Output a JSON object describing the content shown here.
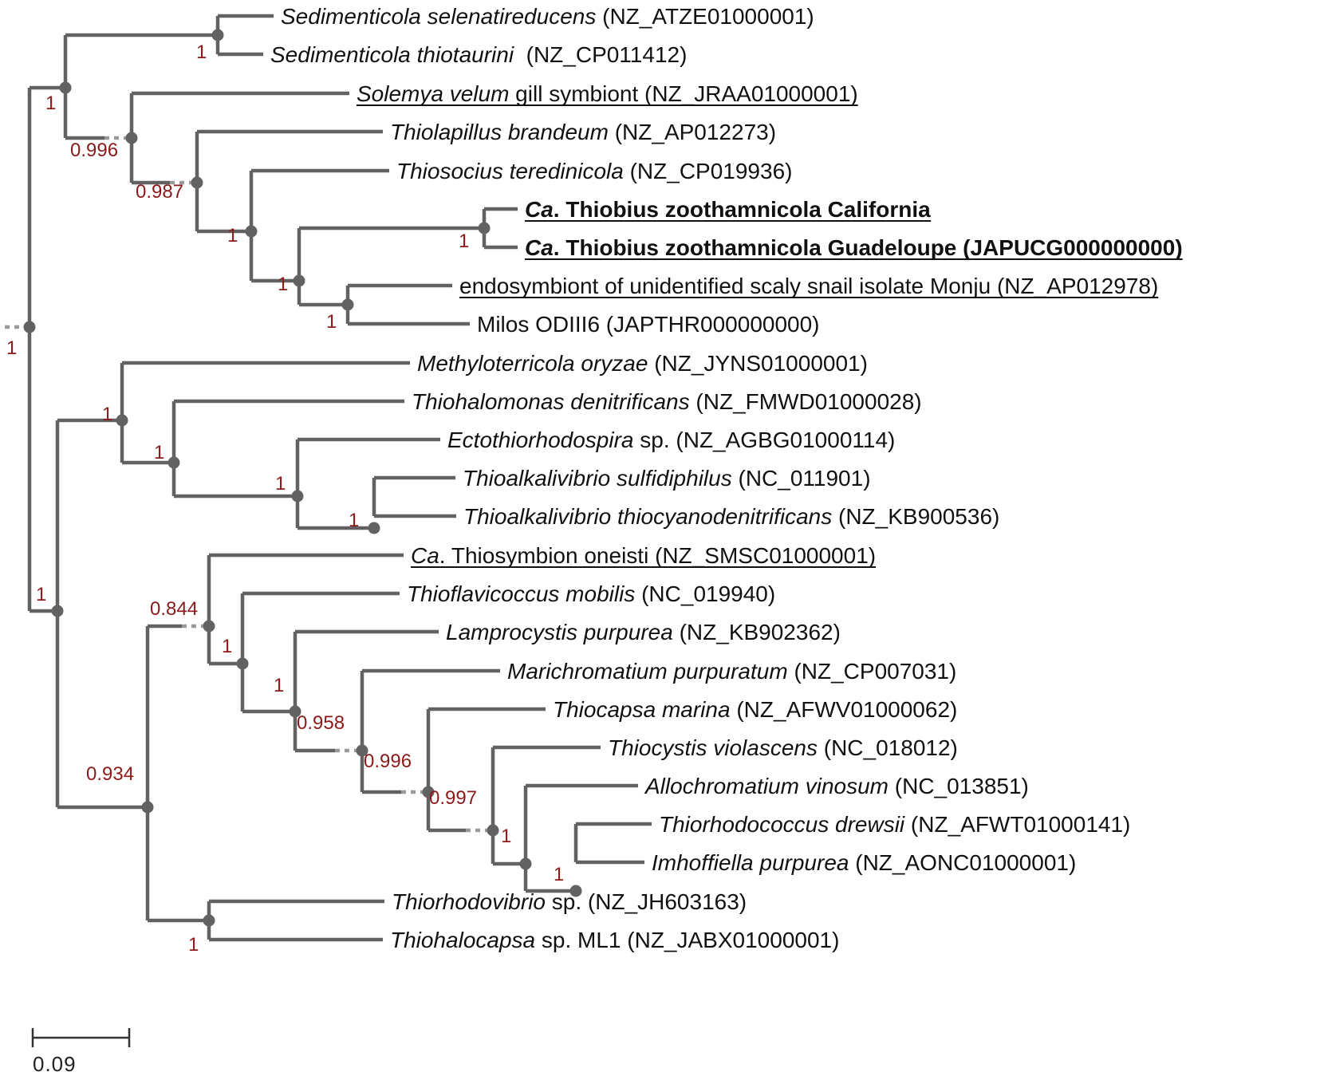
{
  "leaves": [
    {
      "id": "sed_sel",
      "segments": [
        {
          "t": "Sedimenticola selenatireducens",
          "i": true
        },
        {
          "t": " (NZ_ATZE01000001)",
          "i": false
        }
      ],
      "underline": false,
      "bold": false
    },
    {
      "id": "sed_thi",
      "segments": [
        {
          "t": "Sedimenticola thiotaurini",
          "i": true
        },
        {
          "t": "  (NZ_CP011412)",
          "i": false
        }
      ],
      "underline": false,
      "bold": false
    },
    {
      "id": "solemya",
      "segments": [
        {
          "t": "Solemya velum",
          "i": true
        },
        {
          "t": " gill symbiont (NZ_JRAA01000001)",
          "i": false
        }
      ],
      "underline": true,
      "bold": false
    },
    {
      "id": "thiolap",
      "segments": [
        {
          "t": "Thiolapillus brandeum",
          "i": true
        },
        {
          "t": " (NZ_AP012273)",
          "i": false
        }
      ],
      "underline": false,
      "bold": false
    },
    {
      "id": "thiosoc",
      "segments": [
        {
          "t": "Thiosocius teredinicola",
          "i": true
        },
        {
          "t": " (NZ_CP019936)",
          "i": false
        }
      ],
      "underline": false,
      "bold": false
    },
    {
      "id": "thiob_cal",
      "segments": [
        {
          "t": "Ca",
          "i": true
        },
        {
          "t": ". Thiobius zoothamnicola California",
          "i": false
        }
      ],
      "underline": true,
      "bold": true
    },
    {
      "id": "thiob_gua",
      "segments": [
        {
          "t": "Ca",
          "i": true
        },
        {
          "t": ". Thiobius zoothamnicola Guadeloupe (JAPUCG000000000)",
          "i": false
        }
      ],
      "underline": true,
      "bold": true
    },
    {
      "id": "monju",
      "segments": [
        {
          "t": "endosymbiont of unidentified scaly snail isolate Monju (NZ_AP012978)",
          "i": false
        }
      ],
      "underline": true,
      "bold": false
    },
    {
      "id": "milos",
      "segments": [
        {
          "t": "Milos ODIII6 (JAPTHR000000000)",
          "i": false
        }
      ],
      "underline": false,
      "bold": false
    },
    {
      "id": "methylo",
      "segments": [
        {
          "t": "Methyloterricola oryzae",
          "i": true
        },
        {
          "t": " (NZ_JYNS01000001)",
          "i": false
        }
      ],
      "underline": false,
      "bold": false
    },
    {
      "id": "thiohalom",
      "segments": [
        {
          "t": "Thiohalomonas denitrificans",
          "i": true
        },
        {
          "t": " (NZ_FMWD01000028)",
          "i": false
        }
      ],
      "underline": false,
      "bold": false
    },
    {
      "id": "ectothio",
      "segments": [
        {
          "t": "Ectothiorhodospira",
          "i": true
        },
        {
          "t": " sp. (NZ_AGBG01000114)",
          "i": false
        }
      ],
      "underline": false,
      "bold": false
    },
    {
      "id": "talk_sulf",
      "segments": [
        {
          "t": "Thioalkalivibrio sulfidiphilus",
          "i": true
        },
        {
          "t": " (NC_011901)",
          "i": false
        }
      ],
      "underline": false,
      "bold": false
    },
    {
      "id": "talk_thio",
      "segments": [
        {
          "t": "Thioalkalivibrio thiocyanodenitrificans",
          "i": true
        },
        {
          "t": " (NZ_KB900536)",
          "i": false
        }
      ],
      "underline": false,
      "bold": false
    },
    {
      "id": "thiosym",
      "segments": [
        {
          "t": "Ca",
          "i": true
        },
        {
          "t": ". Thiosymbion oneisti (NZ_SMSC01000001)",
          "i": false
        }
      ],
      "underline": true,
      "bold": false
    },
    {
      "id": "thiofla",
      "segments": [
        {
          "t": "Thioflavicoccus mobilis",
          "i": true
        },
        {
          "t": " (NC_019940)",
          "i": false
        }
      ],
      "underline": false,
      "bold": false
    },
    {
      "id": "lampro",
      "segments": [
        {
          "t": "Lamprocystis purpurea",
          "i": true
        },
        {
          "t": " (NZ_KB902362)",
          "i": false
        }
      ],
      "underline": false,
      "bold": false
    },
    {
      "id": "marichr",
      "segments": [
        {
          "t": "Marichromatium purpuratum",
          "i": true
        },
        {
          "t": " (NZ_CP007031)",
          "i": false
        }
      ],
      "underline": false,
      "bold": false
    },
    {
      "id": "thiocap",
      "segments": [
        {
          "t": "Thiocapsa marina",
          "i": true
        },
        {
          "t": " (NZ_AFWV01000062)",
          "i": false
        }
      ],
      "underline": false,
      "bold": false
    },
    {
      "id": "thiocys",
      "segments": [
        {
          "t": "Thiocystis violascens",
          "i": true
        },
        {
          "t": " (NC_018012)",
          "i": false
        }
      ],
      "underline": false,
      "bold": false
    },
    {
      "id": "allochr",
      "segments": [
        {
          "t": "Allochromatium vinosum",
          "i": true
        },
        {
          "t": " (NC_013851)",
          "i": false
        }
      ],
      "underline": false,
      "bold": false
    },
    {
      "id": "thiorhdc",
      "segments": [
        {
          "t": "Thiorhodococcus drewsii",
          "i": true
        },
        {
          "t": " (NZ_AFWT01000141)",
          "i": false
        }
      ],
      "underline": false,
      "bold": false
    },
    {
      "id": "imhoff",
      "segments": [
        {
          "t": "Imhoffiella purpurea",
          "i": true
        },
        {
          "t": " (NZ_AONC01000001)",
          "i": false
        }
      ],
      "underline": false,
      "bold": false
    },
    {
      "id": "thiorhdv",
      "segments": [
        {
          "t": "Thiorhodovibrio",
          "i": true
        },
        {
          "t": " sp. (NZ_JH603163)",
          "i": false
        }
      ],
      "underline": false,
      "bold": false
    },
    {
      "id": "thiohalc",
      "segments": [
        {
          "t": "Thiohalocapsa",
          "i": true
        },
        {
          "t": " sp. ML1 (NZ_JABX01000001)",
          "i": false
        }
      ],
      "underline": false,
      "bold": false
    }
  ],
  "nodes": [
    {
      "id": "n_sed",
      "support": "1"
    },
    {
      "id": "n_top",
      "support": "1"
    },
    {
      "id": "n_sol",
      "support": "0.996"
    },
    {
      "id": "n_thl",
      "support": "0.987"
    },
    {
      "id": "n_ths",
      "support": "1"
    },
    {
      "id": "n_thb_outer",
      "support": "1"
    },
    {
      "id": "n_thb",
      "support": "1"
    },
    {
      "id": "n_mon",
      "support": "1"
    },
    {
      "id": "n_root",
      "support": "1"
    },
    {
      "id": "n_met",
      "support": "1"
    },
    {
      "id": "n_tho",
      "support": "1"
    },
    {
      "id": "n_ect",
      "support": "1"
    },
    {
      "id": "n_tak",
      "support": "1"
    },
    {
      "id": "n_lower",
      "support": "1"
    },
    {
      "id": "n_big",
      "support": "0.934"
    },
    {
      "id": "n_sym",
      "support": "0.844"
    },
    {
      "id": "n_fla",
      "support": "1"
    },
    {
      "id": "n_lam",
      "support": "1"
    },
    {
      "id": "n_mar",
      "support": "0.958"
    },
    {
      "id": "n_cap",
      "support": "0.996"
    },
    {
      "id": "n_cys",
      "support": "0.997"
    },
    {
      "id": "n_all",
      "support": "1"
    },
    {
      "id": "n_imh",
      "support": "1"
    },
    {
      "id": "n_tvb",
      "support": "1"
    }
  ],
  "scale_bar": {
    "label": "0.09"
  }
}
